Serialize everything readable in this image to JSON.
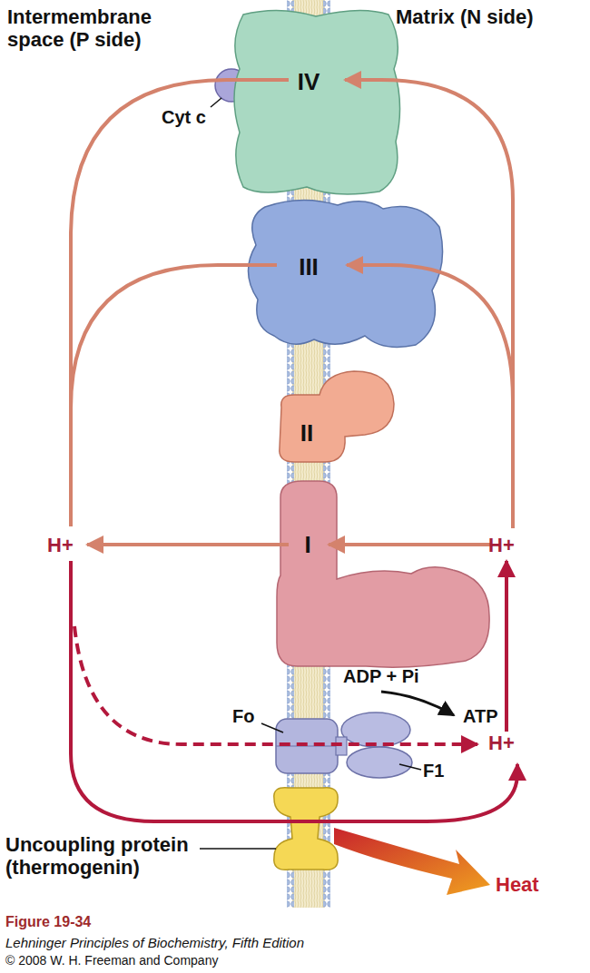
{
  "diagram": {
    "caption": "Figure 19-34",
    "nodes": [
      {
        "text": [
          "IV"
        ]
      },
      {
        "text": [
          "III"
        ]
      },
      {
        "text": [
          "II"
        ]
      },
      {
        "text": [
          "I"
        ]
      }
    ],
    "labels": [
      "Intermembrane space (P side)",
      "Matrix (N side)",
      "Cyt c",
      "H+",
      "H+",
      "Fo",
      "ADP + Pi",
      "ATP",
      "F1",
      "H+",
      "Uncoupling protein (thermogenin)",
      "Heat",
      "Lehninger Principles of Biochemistry, Fifth Edition",
      "© 2008 W. H. Freeman and Company"
    ]
  }
}
